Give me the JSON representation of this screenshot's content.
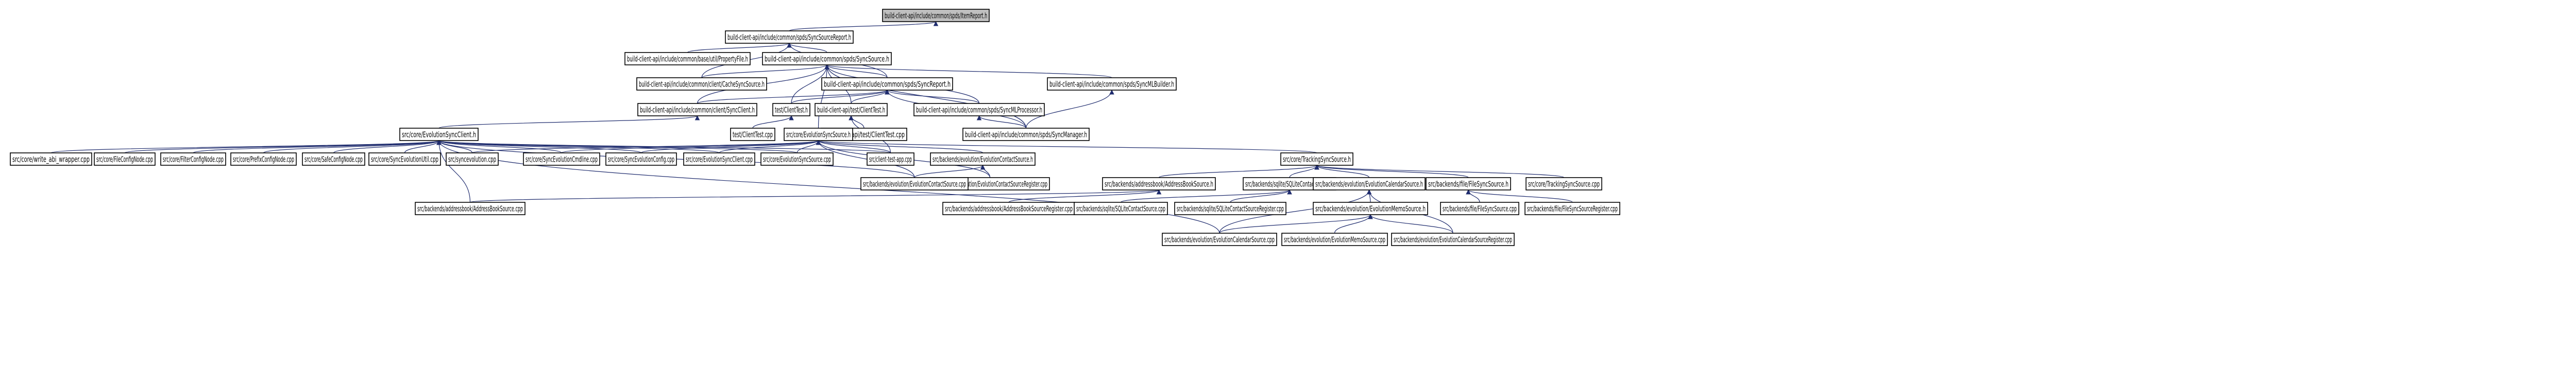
{
  "nodes": {
    "item_report": "build-client-api/include/common/spds/ItemReport.h",
    "sync_source_report": "build-client-api/include/common/spds/SyncSourceReport.h",
    "property_file": "build-client-api/include/common/base/util/PropertyFile.h",
    "sync_source": "build-client-api/include/common/spds/SyncSource.h",
    "cache_sync_source": "build-client-api/include/common/client/CacheSyncSource.h",
    "sync_report": "build-client-api/include/common/spds/SyncReport.h",
    "syncml_builder": "build-client-api/include/common/spds/SyncMLBuilder.h",
    "sync_client": "build-client-api/include/common/client/SyncClient.h",
    "test_clienttest_h": "test/ClientTest.h",
    "client_test_h": "build-client-api/test/ClientTest.h",
    "syncml_processor": "build-client-api/include/common/spds/SyncMLProcessor.h",
    "sync_manager": "build-client-api/include/common/spds/SyncManager.h",
    "test_clienttest_cpp": "test/ClientTest.cpp",
    "build_clienttest_cpp": "build-client-api/test/ClientTest.cpp",
    "evolution_sync_client": "src/core/EvolutionSyncClient.h",
    "evolution_sync_source": "src/core/EvolutionSyncSource.h",
    "corewrite_abi": "src/core/write_abi_wrapper.cpp",
    "file_config_node": "src/core/FileConfigNode.cpp",
    "filter_config_node": "src/core/FilterConfigNode.cpp",
    "prefix_config_node": "src/core/PrefixConfigNode.cpp",
    "safe_config_node": "src/core/SafeConfigNode.cpp",
    "sync_evolution_util": "src/core/SyncEvolutionUtil.cpp",
    "syncevolution_cpp": "src/syncevolution.cpp",
    "sync_evolution_cmdline": "src/core/SyncEvolutionCmdline.cpp",
    "sync_evolution_config": "src/core/SyncEvolutionConfig.cpp",
    "evolution_sync_client_cpp": "src/core/EvolutionSyncClient.cpp",
    "evolution_sync_source_cpp": "src/core/EvolutionSyncSource.cpp",
    "client_test_app": "src/client-test-app.cpp",
    "evo_contact_source_h": "src/backends/evolution/EvolutionContactSource.h",
    "tracking_sync_source": "src/core/TrackingSyncSource.h",
    "evo_contact_register": "src/backends/evolution/EvolutionContactSourceRegister.cpp",
    "evo_contact_source_cpp": "src/backends/evolution/EvolutionContactSource.cpp",
    "ab_source_h": "src/backends/addressbook/AddressBookSource.h",
    "sqlite_contact_h": "src/backends/sqlite/SQLiteContactSource.h",
    "evo_calendar_h": "src/backends/evolution/EvolutionCalendarSource.h",
    "file_sync_source_h": "src/backends/file/FileSyncSource.h",
    "tracking_sync_source_cpp": "src/core/TrackingSyncSource.cpp",
    "ab_source_cpp": "src/backends/addressbook/AddressBookSource.cpp",
    "ab_source_register": "src/backends/addressbook/AddressBookSourceRegister.cpp",
    "sqlite_contact_cpp": "src/backends/sqlite/SQLiteContactSource.cpp",
    "sqlite_contact_register": "src/backends/sqlite/SQLiteContactSourceRegister.cpp",
    "evo_memo_h": "src/backends/evolution/EvolutionMemoSource.h",
    "file_sync_source_cpp": "src/backends/file/FileSyncSource.cpp",
    "file_sync_register": "src/backends/file/FileSyncSourceRegister.cpp",
    "evo_calendar_cpp": "src/backends/evolution/EvolutionCalendarSource.cpp",
    "evo_memo_cpp": "src/backends/evolution/EvolutionMemoSource.cpp",
    "evo_calendar_register": "src/backends/evolution/EvolutionCalendarSourceRegister.cpp"
  },
  "colors": {
    "edge": "#1f2c6e",
    "highlight": "#bfbfbf"
  }
}
